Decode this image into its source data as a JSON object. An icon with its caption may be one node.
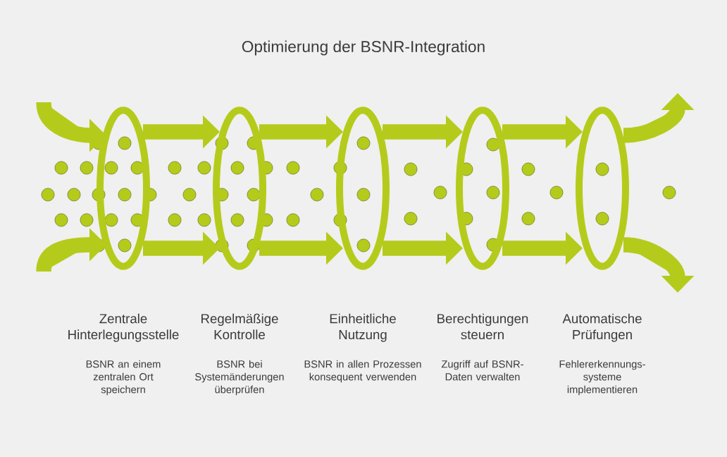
{
  "diagram": {
    "title": "Optimierung der BSNR-Integration",
    "nodes": [
      {
        "text": [
          "Zentrale Hinterlegungsstelle"
        ]
      },
      {
        "text": [
          "Regelmäßige Kontrolle"
        ]
      },
      {
        "text": [
          "Einheitliche Nutzung"
        ]
      },
      {
        "text": [
          "Berechtigungen steuern"
        ]
      },
      {
        "text": [
          "Automatische Prüfungen"
        ]
      }
    ],
    "edges": [
      {
        "from": null,
        "to": 0,
        "arrow": "to"
      },
      {
        "from": null,
        "to": 0,
        "arrow": "to"
      },
      {
        "from": 0,
        "to": 1,
        "arrow": "to"
      },
      {
        "from": 0,
        "to": 1,
        "arrow": "to"
      },
      {
        "from": 1,
        "to": 2,
        "arrow": "to"
      },
      {
        "from": 1,
        "to": 2,
        "arrow": "to"
      },
      {
        "from": 2,
        "to": 3,
        "arrow": "to"
      },
      {
        "from": 2,
        "to": 3,
        "arrow": "to"
      },
      {
        "from": 3,
        "to": 4,
        "arrow": "to"
      },
      {
        "from": 3,
        "to": 4,
        "arrow": "to"
      },
      {
        "from": 4,
        "to": null,
        "arrow": "to"
      },
      {
        "from": 4,
        "to": null,
        "arrow": "to"
      }
    ],
    "labels": [
      "BSNR an einem zentralen Ort speichern",
      "BSNR bei Systemänderungen überprüfen",
      "BSNR in allen Prozessen konsequent verwenden",
      "Zugriff auf BSNR-Daten verwalten",
      "Fehlererkennungs- systeme implementieren"
    ]
  }
}
